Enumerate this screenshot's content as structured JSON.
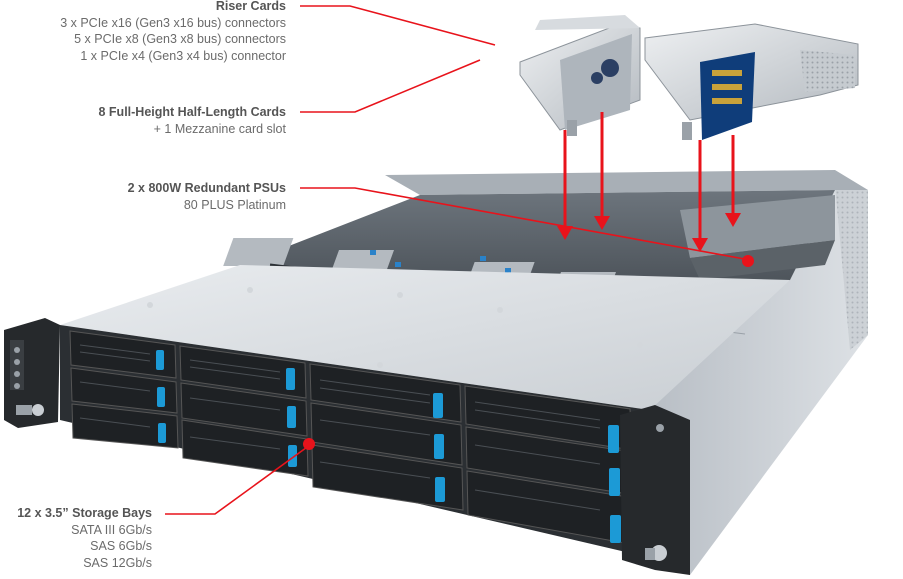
{
  "colors": {
    "accent_red": "#e8131b",
    "chassis": "#dfe3e7",
    "bay_blue": "#1c9ad6"
  },
  "callouts": {
    "riser": {
      "title": "Riser Cards",
      "lines": [
        "3 x PCIe x16 (Gen3 x16 bus) connectors",
        "5 x PCIe x8 (Gen3 x8 bus) connectors",
        "1 x PCIe x4 (Gen3 x4 bus) connector"
      ]
    },
    "cards": {
      "title": "8 Full-Height Half-Length Cards",
      "lines": [
        "+ 1 Mezzanine card slot"
      ]
    },
    "psu": {
      "title": "2 x 800W Redundant PSUs",
      "lines": [
        "80 PLUS Platinum"
      ]
    },
    "storage": {
      "title": "12 x 3.5” Storage Bays",
      "lines": [
        "SATA III 6Gb/s",
        "SAS 6Gb/s",
        "SAS 12Gb/s"
      ]
    }
  },
  "icons": [
    "server-chassis",
    "riser-card",
    "drive-bay",
    "psu"
  ]
}
